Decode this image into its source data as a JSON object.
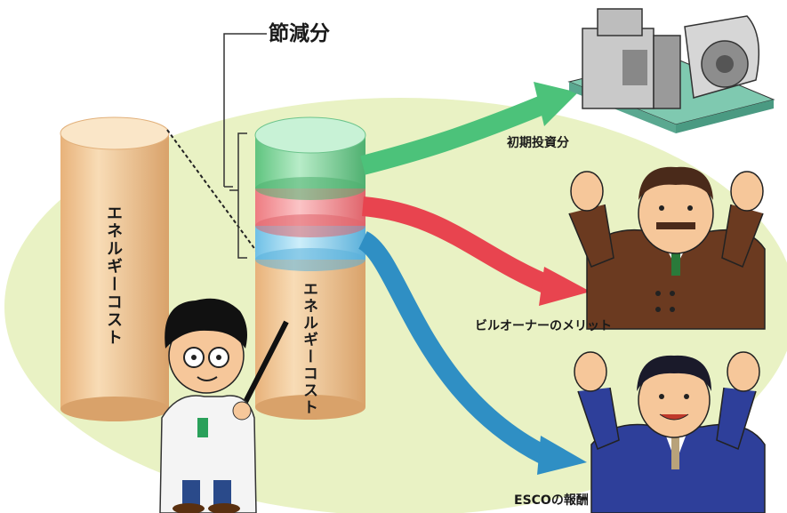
{
  "title": "節減分",
  "cylinders": {
    "before_label": "エネルギーコスト",
    "after_label": "エネルギーコスト"
  },
  "arrows": [
    {
      "label": "初期投資分",
      "color": "#4cc27a"
    },
    {
      "label": "ビルオーナーのメリット",
      "color": "#e8444f"
    },
    {
      "label": "ESCOの報酬",
      "color": "#2f8fc4"
    }
  ],
  "colors": {
    "background_oval": "#e9f2c4",
    "cylinder": "#f0c48f",
    "savings_green": "#7fd89a",
    "savings_red": "#f08a8e",
    "savings_blue": "#8fd0ec"
  },
  "icons": [
    "equipment-icon",
    "building-owner-icon",
    "esco-person-icon",
    "scientist-icon"
  ]
}
